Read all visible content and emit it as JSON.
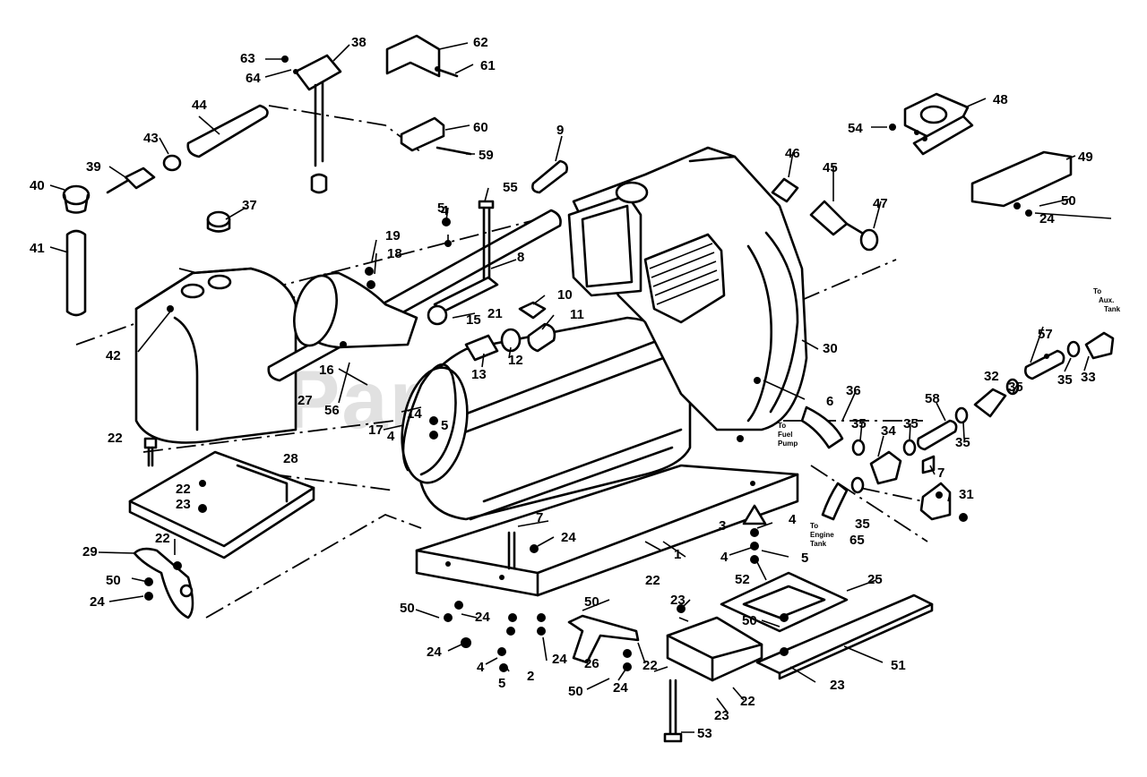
{
  "watermark": "PartsTree",
  "notes": {
    "aux_tank": [
      "To",
      "Aux.",
      "Tank"
    ],
    "fuel_pump": [
      "To",
      "Fuel",
      "Pump"
    ],
    "engine_tank": [
      "To",
      "Engine",
      "Tank"
    ]
  },
  "callouts": {
    "c1": "1",
    "c2": "2",
    "c3": "3",
    "c4a": "4",
    "c4b": "4",
    "c4c": "4",
    "c4d": "4",
    "c4e": "4",
    "c5a": "5",
    "c5b": "5",
    "c5c": "5",
    "c5d": "5",
    "c6": "6",
    "c7a": "7",
    "c7b": "7",
    "c8": "8",
    "c9": "9",
    "c10": "10",
    "c11": "11",
    "c12": "12",
    "c13": "13",
    "c14": "14",
    "c15": "15",
    "c16": "16",
    "c17": "17",
    "c18": "18",
    "c19": "19",
    "c21": "21",
    "c22a": "22",
    "c22b": "22",
    "c22c": "22",
    "c22d": "22",
    "c22e": "22",
    "c22f": "22",
    "c23a": "23",
    "c23b": "23",
    "c23c": "23",
    "c23d": "23",
    "c24a": "24",
    "c24b": "24",
    "c24c": "24",
    "c24d": "24",
    "c24e": "24",
    "c24f": "24",
    "c24g": "24",
    "c25": "25",
    "c26": "26",
    "c27": "27",
    "c28": "28",
    "c29": "29",
    "c30": "30",
    "c31": "31",
    "c32": "32",
    "c33": "33",
    "c34": "34",
    "c35a": "35",
    "c35b": "35",
    "c35c": "35",
    "c35d": "35",
    "c35e": "35",
    "c35f": "35",
    "c36": "36",
    "c37": "37",
    "c38": "38",
    "c39": "39",
    "c40": "40",
    "c41": "41",
    "c42": "42",
    "c43": "43",
    "c44": "44",
    "c45": "45",
    "c46": "46",
    "c47": "47",
    "c48": "48",
    "c49": "49",
    "c50a": "50",
    "c50b": "50",
    "c50c": "50",
    "c50d": "50",
    "c50e": "50",
    "c50f": "50",
    "c51": "51",
    "c52": "52",
    "c53": "53",
    "c54": "54",
    "c55": "55",
    "c56": "56",
    "c57": "57",
    "c58": "58",
    "c59": "59",
    "c60": "60",
    "c61": "61",
    "c62": "62",
    "c63": "63",
    "c64": "64",
    "c65": "65"
  }
}
